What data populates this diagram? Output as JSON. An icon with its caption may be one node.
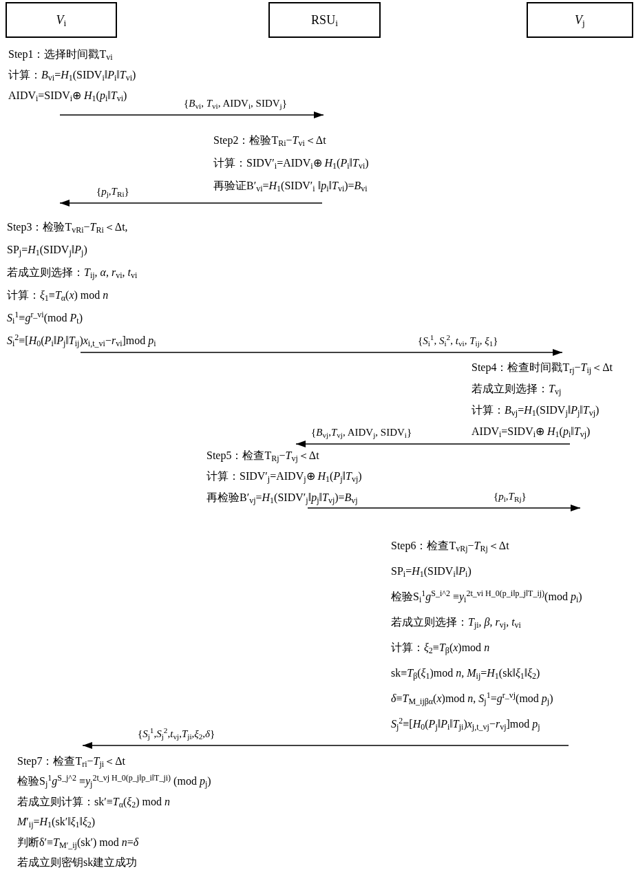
{
  "diagram": {
    "nodes": [
      {
        "text": [
          "*V*$_{i}$"
        ]
      },
      {
        "text": [
          "RSU$_{i}$"
        ]
      },
      {
        "text": [
          "*V*$_{j}$"
        ]
      },
      {
        "text": [
          "Step1：选择时间戳T$_{vi}$",
          "计算：*B*$_{vi}$=*H*$_{1}$(SIDV$_{i}$‖*P*$_{i}$‖*T*$_{vi}$)",
          "AIDV$_{i}$=SIDV$_{i}$⊕ *H*$_{1}$(*p*$_{i}$‖*T*$_{vi}$)"
        ]
      },
      {
        "text": [
          "Step2：检验T$_{Ri}$−*T*$_{vi}$＜Δt",
          "计算：SIDV′$_{i}$=AIDV$_{i}$⊕ *H*$_{1}$(*P*$_{i}$‖*T*$_{vi}$)",
          "再验证B′$_{vi}$=*H*$_{1}$(SIDV′$_{i}$ ‖*p*$_{i}$‖*T*$_{vi}$)=*B*$_{vi}$"
        ]
      },
      {
        "text": [
          "Step3：检验T$_{vRi}$−*T*$_{Ri}$＜Δt,",
          "SP$_{j}$=*H*$_{1}$(SIDV$_{j}$‖*P*$_{j}$)",
          "若成立则选择：*T*$_{ij}$, *α*, *r*$_{vi}$, *t*$_{vi}$",
          "计算：*ξ*$_{1}$≡*T*$_{α}$(*x*) mod *n*",
          "*S*$_{i}$$^{1}$≡*g*$^{r_vi}$(mod *P*$_{t}$)",
          "*S*$_{i}$$^{2}$≡[*H*$_{0}$(*P*$_{i}$‖*P*$_{j}$‖*T*$_{ij}$)*x*$_{i,t_vi}$−*r*$_{vi}$]mod *p*$_{i}$"
        ]
      },
      {
        "text": [
          "Step4：检查时间戳T$_{rj}$−*T*$_{ij}$＜Δt",
          "若成立则选择：*T*$_{vj}$",
          "计算：*B*$_{vj}$=*H*$_{1}$(SIDV$_{j}$‖*P*$_{j}$‖*T*$_{vj}$)",
          "AIDV$_{i}$=SIDV$_{i}$⊕ *H*$_{1}$(*p*$_{i}$‖*T*$_{vj}$)"
        ]
      },
      {
        "text": [
          "Step5：检查T$_{Rj}$−*T*$_{vj}$＜Δt",
          "计算：SIDV′$_{j}$=AIDV$_{j}$⊕ *H*$_{1}$(*P*$_{j}$‖*T*$_{vj}$)",
          "再检验B′$_{vj}$=*H*$_{1}$(SIDV′$_{j}$‖*p*$_{j}$‖*T*$_{vj}$)=*B*$_{vj}$"
        ]
      },
      {
        "text": [
          "Step6：检查T$_{vRj}$−*T*$_{Rj}$＜Δt",
          "SP$_{i}$=*H*$_{1}$(SIDV$_{i}$‖*P*$_{i}$)",
          "检验S$_{i}$$^{1}$*g*$^{S_i^2}$ ≡*y*$_{i}$$^{2t_vi H_0(p_i‖p_j‖T_ij)}$(mod *p*$_{i}$)",
          "若成立则选择：*T*$_{ji}$, *β*, *r*$_{vj}$, *t*$_{vi}$",
          "计算：*ξ*$_{2}$≡*T*$_{β}$(*x*)mod *n*",
          "sk≡*T*$_{β}$(*ξ*$_{1}$)mod *n*, *M*$_{ij}$=*H*$_{1}$(sk‖*ξ*$_{1}$‖*ξ*$_{2}$)",
          "*δ*≡*T*$_{M_ijβα}$(*x*)mod *n*, *S*$_{j}$$^{1}$=*g*$^{r_vj}$(mod *p*$_{j}$)",
          "*S*$_{j}$$^{2}$≡[*H*$_{0}$(*P*$_{j}$‖*P*$_{i}$‖*T*$_{ji}$)*x*$_{j,t_vj}$−*r*$_{vj}$]mod *p*$_{j}$"
        ]
      },
      {
        "text": [
          "Step7：检查T$_{ri}$−*T*$_{ji}$＜Δt",
          "检验S$_{j}$$^{1}$*g*$^{S_j^2}$ ≡*y*$_{j}$$^{2t_vj H_0(p_j‖p_i‖T_ji)}$ (mod *p*$_{j}$)",
          "若成立则计算：sk′≡*T*$_{α}$(*ξ*$_{2}$) mod *n*",
          "*M*′$_{ij}$=*H*$_{1}$(sk′‖*ξ*$_{1}$‖*ξ*$_{2}$)",
          "判断δ′≡*T*$_{M′_ij}$(sk′) mod *n*=*δ*",
          "若成立则密钥sk建立成功"
        ]
      }
    ],
    "edges": [
      {
        "from": 3,
        "to": 4,
        "arrow": "to",
        "label": "{*B*$_{vi}$, *T*$_{vi}$, AIDV$_{i}$, SIDV$_{j}$}"
      },
      {
        "from": 4,
        "to": 5,
        "arrow": "to",
        "label": "{*p*$_{j}$,*T*$_{Ri}$}"
      },
      {
        "from": 5,
        "to": 6,
        "arrow": "to",
        "label": "{*S*$_{i}$$^{1}$, *S*$_{i}$$^{2}$, *t*$_{vi}$, *T*$_{ij}$, *ξ*$_{1}$}"
      },
      {
        "from": 6,
        "to": 7,
        "arrow": "to",
        "label": "{*B*$_{vj}$,*T*$_{vj}$, AIDV$_{j}$, SIDV$_{i}$}"
      },
      {
        "from": 7,
        "to": 8,
        "arrow": "to",
        "label": "{*p*$_{i}$,*T*$_{Rj}$}"
      },
      {
        "from": 8,
        "to": 9,
        "arrow": "to",
        "label": "{*S*$_{j}$$^{1}$,*S*$_{j}$$^{2}$,*t*$_{vj}$,*T*$_{ji}$,*ξ*$_{2}$,*δ*}"
      }
    ]
  }
}
